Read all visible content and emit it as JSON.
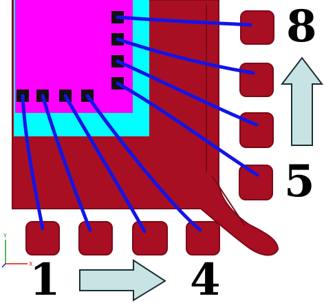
{
  "pin_labels": {
    "first": "1",
    "fourth": "4",
    "fifth": "5",
    "eighth": "8"
  },
  "axis_triad": {
    "y": "Y",
    "x": "X"
  },
  "colors": {
    "die": "#ff00ff",
    "die_edge": "#00ffff",
    "frame": "#a80f22",
    "wire": "#1414e6",
    "bond_pad": "#101010",
    "arrow_fill": "#c7e3e3",
    "arrow_stroke": "#1a2e33"
  }
}
